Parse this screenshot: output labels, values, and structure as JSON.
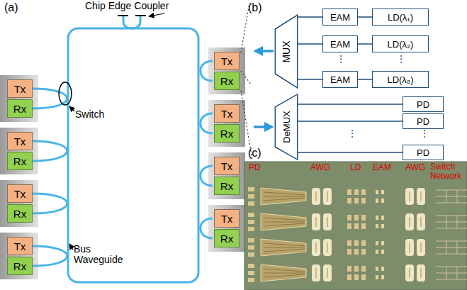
{
  "diagram": {
    "nodes": [
      {
        "text": [
          "Tx"
        ]
      },
      {
        "text": [
          "Rx"
        ]
      },
      {
        "text": [
          "Tx"
        ]
      },
      {
        "text": [
          "Rx"
        ]
      },
      {
        "text": [
          "Tx"
        ]
      },
      {
        "text": [
          "Rx"
        ]
      },
      {
        "text": [
          "Tx"
        ]
      },
      {
        "text": [
          "Rx"
        ]
      },
      {
        "text": [
          "Tx"
        ]
      },
      {
        "text": [
          "Rx"
        ]
      },
      {
        "text": [
          "Tx"
        ]
      },
      {
        "text": [
          "Rx"
        ]
      },
      {
        "text": [
          "Tx"
        ]
      },
      {
        "text": [
          "Rx"
        ]
      },
      {
        "text": [
          "Tx"
        ]
      },
      {
        "text": [
          "Rx"
        ]
      },
      {
        "text": [
          "MUX"
        ]
      },
      {
        "text": [
          "EAM"
        ]
      },
      {
        "text": [
          "LD(λ₁)"
        ]
      },
      {
        "text": [
          "EAM"
        ]
      },
      {
        "text": [
          "LD(λ₂)"
        ]
      },
      {
        "text": [
          "EAM"
        ]
      },
      {
        "text": [
          "LD(λ₈)"
        ]
      },
      {
        "text": [
          "DeMUX"
        ]
      },
      {
        "text": [
          "PD"
        ]
      },
      {
        "text": [
          "PD"
        ]
      },
      {
        "text": [
          "PD"
        ]
      }
    ],
    "edges": [
      {
        "from": 18,
        "to": 17,
        "arrow": "none"
      },
      {
        "from": 17,
        "to": 16,
        "arrow": "none"
      },
      {
        "from": 20,
        "to": 19,
        "arrow": "none"
      },
      {
        "from": 19,
        "to": 16,
        "arrow": "none"
      },
      {
        "from": 22,
        "to": 21,
        "arrow": "none"
      },
      {
        "from": 21,
        "to": 16,
        "arrow": "none"
      },
      {
        "from": 23,
        "to": 24,
        "arrow": "none"
      },
      {
        "from": 23,
        "to": 25,
        "arrow": "none"
      },
      {
        "from": 23,
        "to": 26,
        "arrow": "none"
      }
    ],
    "labels": [
      "(a)",
      "Chip Edge Coupler",
      "Switch",
      "Bus Waveguide",
      "(b)",
      "⋮",
      "⋮",
      "⋮",
      "⋮",
      "(c)",
      "PD",
      "AWG",
      "LD",
      "EAM",
      "AWG",
      "Switch Network"
    ]
  }
}
